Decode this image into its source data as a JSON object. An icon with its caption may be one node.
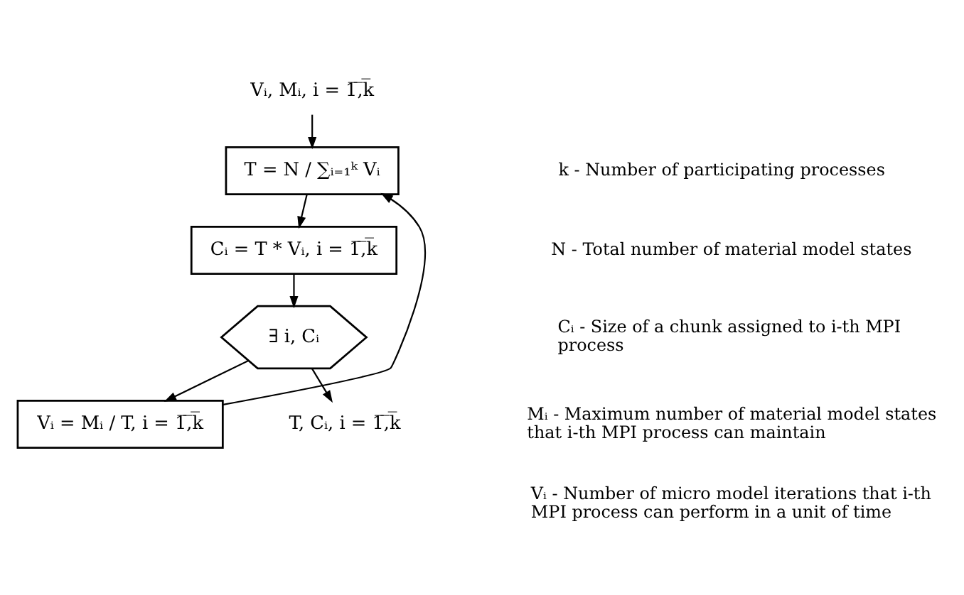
{
  "diagram": {
    "nodes": [
      {
        "text": [
          "Vᵢ, Mᵢ, i = 1̅,̅k̅"
        ]
      },
      {
        "text": [
          "T = N / ∑ᵢ₌₁ᵏ Vᵢ"
        ]
      },
      {
        "text": [
          "Cᵢ = T * Vᵢ, i = 1̅,̅k̅"
        ]
      },
      {
        "text": [
          "∃ i, Cᵢ"
        ]
      },
      {
        "text": [
          "Vᵢ = Mᵢ / T, i = 1̅,̅k̅"
        ]
      },
      {
        "text": [
          "T, Cᵢ, i = 1̅,̅k̅"
        ]
      }
    ],
    "edges": [
      {
        "from": 0,
        "to": 1,
        "arrow": "to"
      },
      {
        "from": 1,
        "to": 2,
        "arrow": "to"
      },
      {
        "from": 2,
        "to": 3,
        "arrow": "to"
      },
      {
        "from": 3,
        "to": 4,
        "arrow": "to"
      },
      {
        "from": 4,
        "to": 1,
        "arrow": "to"
      },
      {
        "from": 3,
        "to": 5,
        "arrow": "to"
      }
    ],
    "labels": [
      "k - Number of participating processes",
      "N - Total number of material model states",
      "Cᵢ - Size of a chunk assigned to i-th MPI process",
      "Mᵢ - Maximum number of material model states that i-th MPI process can maintain",
      "Vᵢ - Number of micro model iterations that i-th MPI process can perform in a unit of time"
    ]
  }
}
